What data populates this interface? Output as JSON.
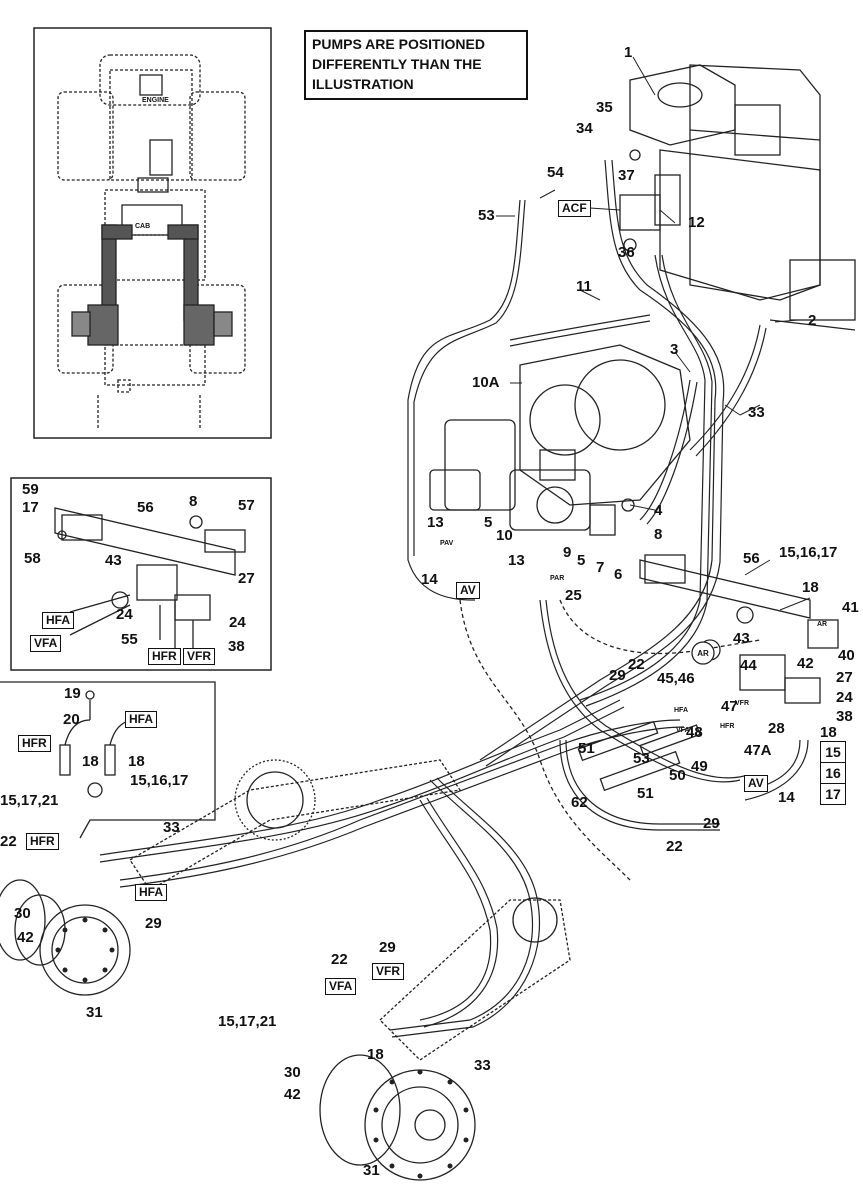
{
  "note": {
    "line1": "PUMPS ARE POSITIONED",
    "line2": "DIFFERENTLY THAN THE",
    "line3": "ILLUSTRATION"
  },
  "inset_labels": {
    "engine": "ENGINE",
    "cab": "CAB"
  },
  "callouts": {
    "c1": "1",
    "c2": "2",
    "c3": "3",
    "c4": "4",
    "c5a": "5",
    "c5b": "5",
    "c6": "6",
    "c7": "7",
    "c8a": "8",
    "c8b": "8",
    "c9": "9",
    "c10": "10",
    "c10a": "10A",
    "c11": "11",
    "c12": "12",
    "c13a": "13",
    "c13b": "13",
    "c14a": "14",
    "c14b": "14",
    "c15_16_17a": "15,16,17",
    "c15_16_17b": "15,16,17",
    "c15_17_21a": "15,17,21",
    "c15_17_21b": "15,17,21",
    "c17": "17",
    "c18a": "18",
    "c18b": "18",
    "c18c": "18",
    "c18d": "18",
    "c18e": "18",
    "c19": "19",
    "c20": "20",
    "c22a": "22",
    "c22b": "22",
    "c22c": "22",
    "c24a": "24",
    "c24b": "24",
    "c24c": "24",
    "c25": "25",
    "c27a": "27",
    "c27b": "27",
    "c28": "28",
    "c29a": "29",
    "c29b": "29",
    "c29c": "29",
    "c29d": "29",
    "c30a": "30",
    "c30b": "30",
    "c31a": "31",
    "c31b": "31",
    "c33a": "33",
    "c33b": "33",
    "c33c": "33",
    "c34": "34",
    "c35": "35",
    "c36": "36",
    "c37": "37",
    "c38a": "38",
    "c38b": "38",
    "c40": "40",
    "c41": "41",
    "c42a": "42",
    "c42b": "42",
    "c42c": "42",
    "c43a": "43",
    "c43b": "43",
    "c44": "44",
    "c45_46": "45,46",
    "c47": "47",
    "c47a": "47A",
    "c48": "48",
    "c49": "49",
    "c50": "50",
    "c51a": "51",
    "c51b": "51",
    "c53a": "53",
    "c53b": "53",
    "c54": "54",
    "c55": "55",
    "c56a": "56",
    "c56b": "56",
    "c57": "57",
    "c58": "58",
    "c59": "59",
    "c62": "62"
  },
  "boxed": {
    "acf": "ACF",
    "av1": "AV",
    "av2": "AV",
    "hfr1": "HFR",
    "hfr2": "HFR",
    "hfr3": "HFR",
    "hfa1": "HFA",
    "hfa2": "HFA",
    "hfa3": "HFA",
    "vfa1": "VFA",
    "vfa2": "VFA",
    "vfr1": "VFR",
    "vfr2": "VFR",
    "stack_a": "15",
    "stack_b": "16",
    "stack_c": "17"
  },
  "port_labels": {
    "pav": "PAV",
    "par": "PAR",
    "ar_tag": "AR",
    "ar_circle": "AR",
    "hfa": "HFA",
    "vfa": "VFA",
    "hfr": "HFR",
    "vfr": "VFR"
  }
}
